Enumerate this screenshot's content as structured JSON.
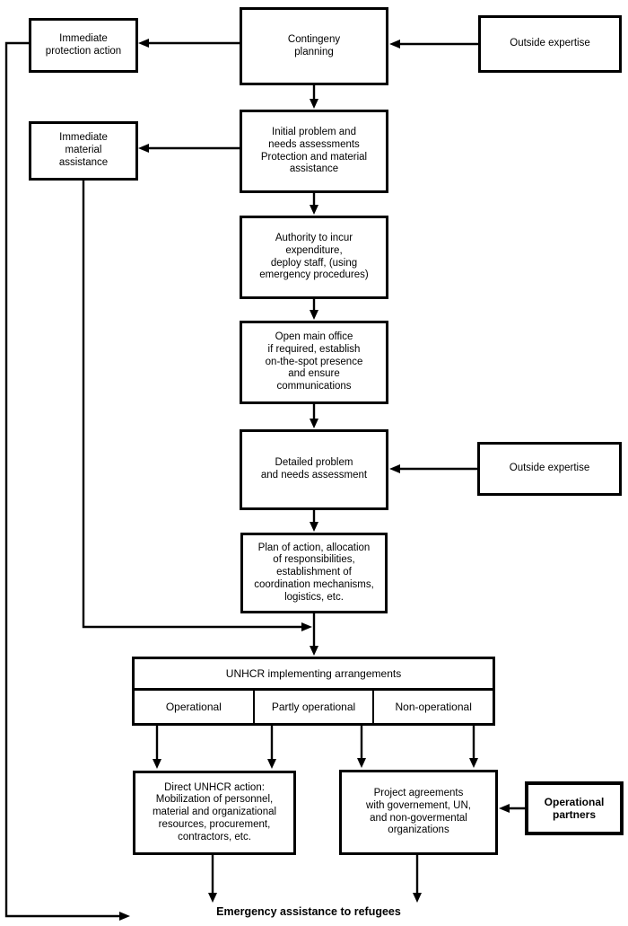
{
  "diagram": {
    "title": "UNHCR emergency response flowchart",
    "colors": {
      "line": "#000000",
      "background": "#ffffff",
      "box_fill": "#ffffff",
      "text": "#000000"
    },
    "nodes": {
      "immediate_protection": {
        "label": "Immediate\nprotection action"
      },
      "contingency": {
        "label": "Contingeny\nplanning"
      },
      "outside_expertise_top": {
        "label": "Outside expertise"
      },
      "immediate_material": {
        "label": "Immediate\nmaterial\nassistance"
      },
      "initial_problem": {
        "label": "Initial problem and\nneeds assessments\nProtection and material\nassistance"
      },
      "authority": {
        "label": "Authority to incur\nexpenditure,\ndeploy staff, (using\nemergency procedures)"
      },
      "open_office": {
        "label": "Open main office\nif required, establish\non-the-spot presence\nand ensure\ncommunications"
      },
      "detailed_problem": {
        "label": "Detailed problem\nand needs assessment"
      },
      "outside_expertise_mid": {
        "label": "Outside expertise"
      },
      "plan_of_action": {
        "label": "Plan of action, allocation\nof responsibilities,\nestablishment of\ncoordination mechanisms,\nlogistics, etc."
      },
      "implementing": {
        "header": "UNHCR implementing arrangements",
        "cells": [
          "Operational",
          "Partly operational",
          "Non-operational"
        ]
      },
      "direct_action": {
        "label": "Direct UNHCR action:\nMobilization of personnel,\nmaterial and organizational\nresources, procurement,\ncontractors, etc."
      },
      "project_agreements": {
        "label": "Project agreements\nwith governement, UN,\nand non-govermental\norganizations"
      },
      "operational_partners": {
        "label": "Operational\npartners"
      }
    },
    "footer": {
      "label": "Emergency assistance to refugees"
    }
  }
}
